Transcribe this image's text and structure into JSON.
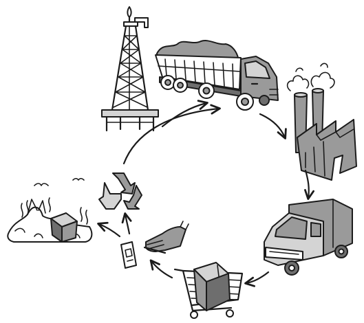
{
  "diagram": {
    "kind": "lifecycle-cycle",
    "stages": [
      {
        "id": "oil-extraction",
        "icon": "oil-derrick-icon"
      },
      {
        "id": "transport-raw",
        "icon": "dump-truck-icon"
      },
      {
        "id": "manufacturing",
        "icon": "factory-icon"
      },
      {
        "id": "distribution",
        "icon": "delivery-van-icon"
      },
      {
        "id": "retail",
        "icon": "shopping-cart-icon"
      },
      {
        "id": "consumer-purchase",
        "icon": "hand-with-card-icon"
      },
      {
        "id": "recycling",
        "icon": "recycle-symbol-icon"
      },
      {
        "id": "landfill",
        "icon": "landfill-waste-icon"
      }
    ],
    "colors": {
      "line": "#1b1b1b",
      "fill_mid": "#9a9a9a",
      "fill_light": "#d4d4d4",
      "fill_dark": "#6e6e6e",
      "background": "#ffffff"
    }
  }
}
